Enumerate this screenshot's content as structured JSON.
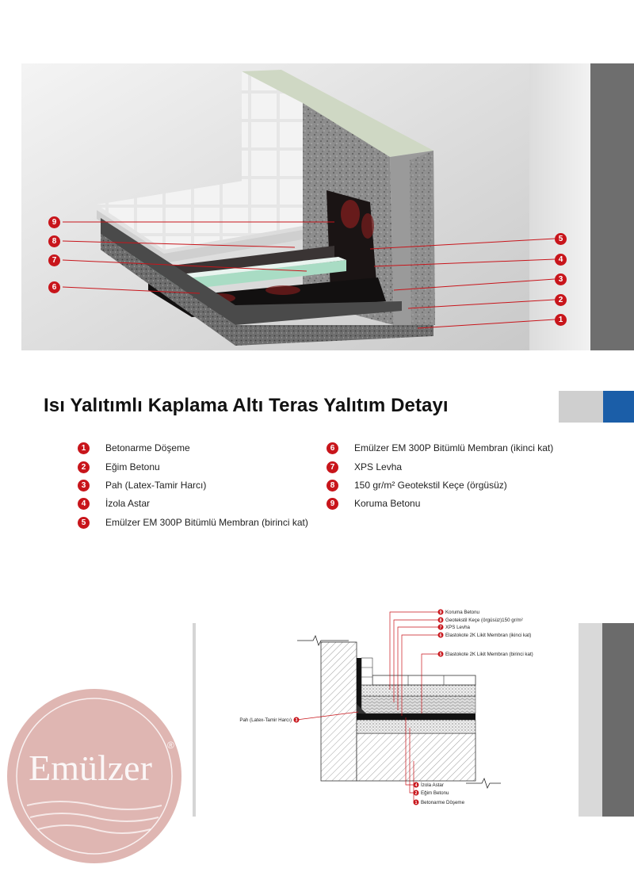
{
  "title": "Isı Yalıtımlı Kaplama Altı Teras Yalıtım Detayı",
  "hero_markers": [
    "9",
    "8",
    "7",
    "6",
    "5",
    "4",
    "3",
    "2",
    "1"
  ],
  "legend": [
    {
      "num": "1",
      "label": "Betonarme Döşeme"
    },
    {
      "num": "2",
      "label": "Eğim Betonu"
    },
    {
      "num": "3",
      "label": "Pah (Latex-Tamir Harcı)"
    },
    {
      "num": "4",
      "label": "İzola Astar"
    },
    {
      "num": "5",
      "label": "Emülzer EM 300P Bitümlü Membran (birinci kat)"
    },
    {
      "num": "6",
      "label": "Emülzer EM 300P Bitümlü Membran (ikinci kat)"
    },
    {
      "num": "7",
      "label": "XPS Levha"
    },
    {
      "num": "8",
      "label": "150 gr/m² Geotekstil Keçe (örgüsüz)"
    },
    {
      "num": "9",
      "label": "Koruma Betonu"
    }
  ],
  "detail_callouts": {
    "top": [
      {
        "num": "9",
        "label": "Koruma Betonu"
      },
      {
        "num": "8",
        "label": "Geotekstil Keçe (örgüsüz)150 gr/m²"
      },
      {
        "num": "7",
        "label": "XPS Levha"
      },
      {
        "num": "6",
        "label": "Elastokote 2K Likit Membran (ikinci kat)"
      },
      {
        "num": "5",
        "label": "Elastokote 2K Likit Membran (birinci kat)"
      }
    ],
    "left": {
      "num": "3",
      "label": "Pah (Latex-Tamir Harcı)"
    },
    "bottom": [
      {
        "num": "4",
        "label": "İzola Astar"
      },
      {
        "num": "2",
        "label": "Eğim Betonu"
      },
      {
        "num": "1",
        "label": "Betonarme Döşeme"
      }
    ]
  },
  "logo": {
    "text": "Emülzer",
    "mark": "®"
  },
  "colors": {
    "accent_red": "#c8151b",
    "brand_blue": "#1b5ea8",
    "bar_gray": "#6b6b6b"
  }
}
